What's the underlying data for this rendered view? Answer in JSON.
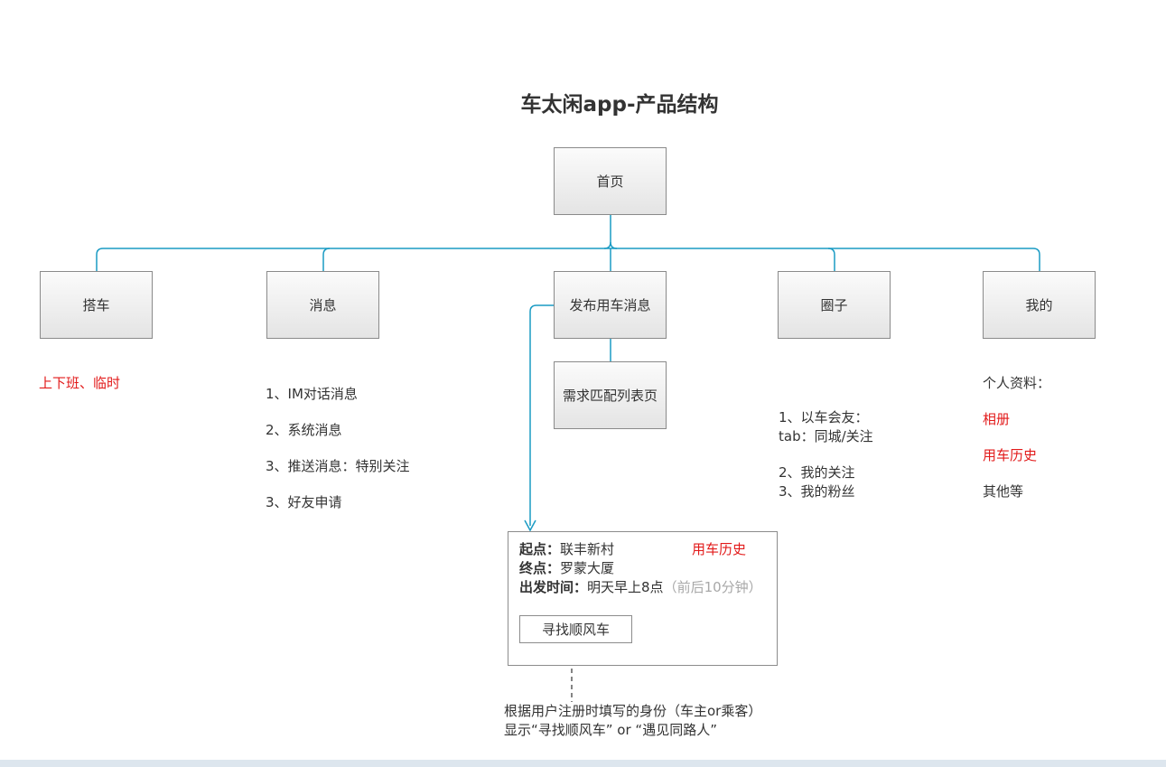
{
  "title": "车太闲app-产品结构",
  "nodes": {
    "home": "首页",
    "ride": "搭车",
    "messages": "消息",
    "publish": "发布用车消息",
    "circle": "圈子",
    "mine": "我的",
    "match_list": "需求匹配列表页"
  },
  "ride_note": "上下班、临时",
  "message_items": [
    "1、IM对话消息",
    "2、系统消息",
    "3、推送消息：特别关注",
    "3、好友申请"
  ],
  "circle_items": [
    "1、以车会友：",
    "tab：同城/关注",
    "2、我的关注",
    "3、我的粉丝"
  ],
  "mine_items": [
    {
      "text": "个人资料：",
      "color": "#333333"
    },
    {
      "text": "相册",
      "color": "#e21a1a"
    },
    {
      "text": "用车历史",
      "color": "#e21a1a"
    },
    {
      "text": "其他等",
      "color": "#333333"
    }
  ],
  "publish_form": {
    "start_label": "起点：",
    "start_value": "联丰新村",
    "history_link": "用车历史",
    "end_label": "终点：",
    "end_value": "罗蒙大厦",
    "time_label": "出发时间：",
    "time_value": "明天早上8点",
    "time_hint": "（前后10分钟）",
    "button_label": "寻找顺风车"
  },
  "footnote": [
    "根据用户注册时填写的身份（车主or乘客）",
    "显示“寻找顺风车” or “遇见同路人”"
  ],
  "colors": {
    "connector": "#1a9bc4",
    "accent_red": "#e21a1a",
    "hint_grey": "#a8a8a8"
  }
}
